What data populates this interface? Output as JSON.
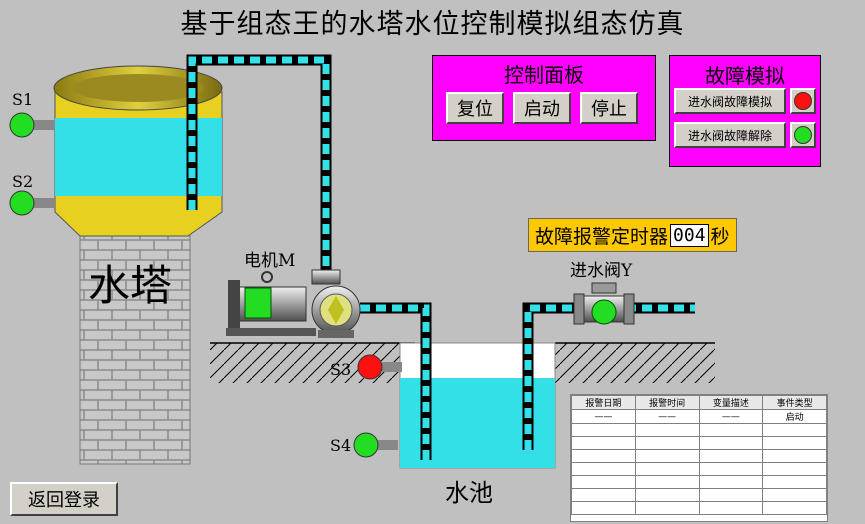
{
  "title": "基于组态王的水塔水位控制模拟组态仿真",
  "control_panel": {
    "title": "控制面板",
    "buttons": [
      "复位",
      "启动",
      "停止"
    ]
  },
  "fault_panel": {
    "title": "故障模拟",
    "buttons": [
      {
        "label": "进水阀故障模拟",
        "led": "red"
      },
      {
        "label": "进水阀故障解除",
        "led": "green"
      }
    ]
  },
  "timer": {
    "label": "故障报警定时器",
    "value": "004",
    "unit": "秒"
  },
  "labels": {
    "tower": "水塔",
    "pool": "水池",
    "motor": "电机M",
    "valve": "进水阀Y",
    "s1": "S1",
    "s2": "S2",
    "s3": "S3",
    "s4": "S4"
  },
  "sensors": {
    "s1": "green",
    "s2": "green",
    "s3": "red",
    "s4": "green"
  },
  "colors": {
    "water": "#33e0e8",
    "panel": "#ff00ff",
    "timer_bg": "#ffc800",
    "pipe": "#000000",
    "green_led": "#22dd22",
    "red_led": "#ff1010"
  },
  "alarm_table": {
    "headers": [
      "报警日期",
      "报警时间",
      "变量描述",
      "事件类型"
    ],
    "rows": [
      [
        "——",
        "——",
        "——",
        "启动"
      ]
    ]
  },
  "login_button": "返回登录"
}
